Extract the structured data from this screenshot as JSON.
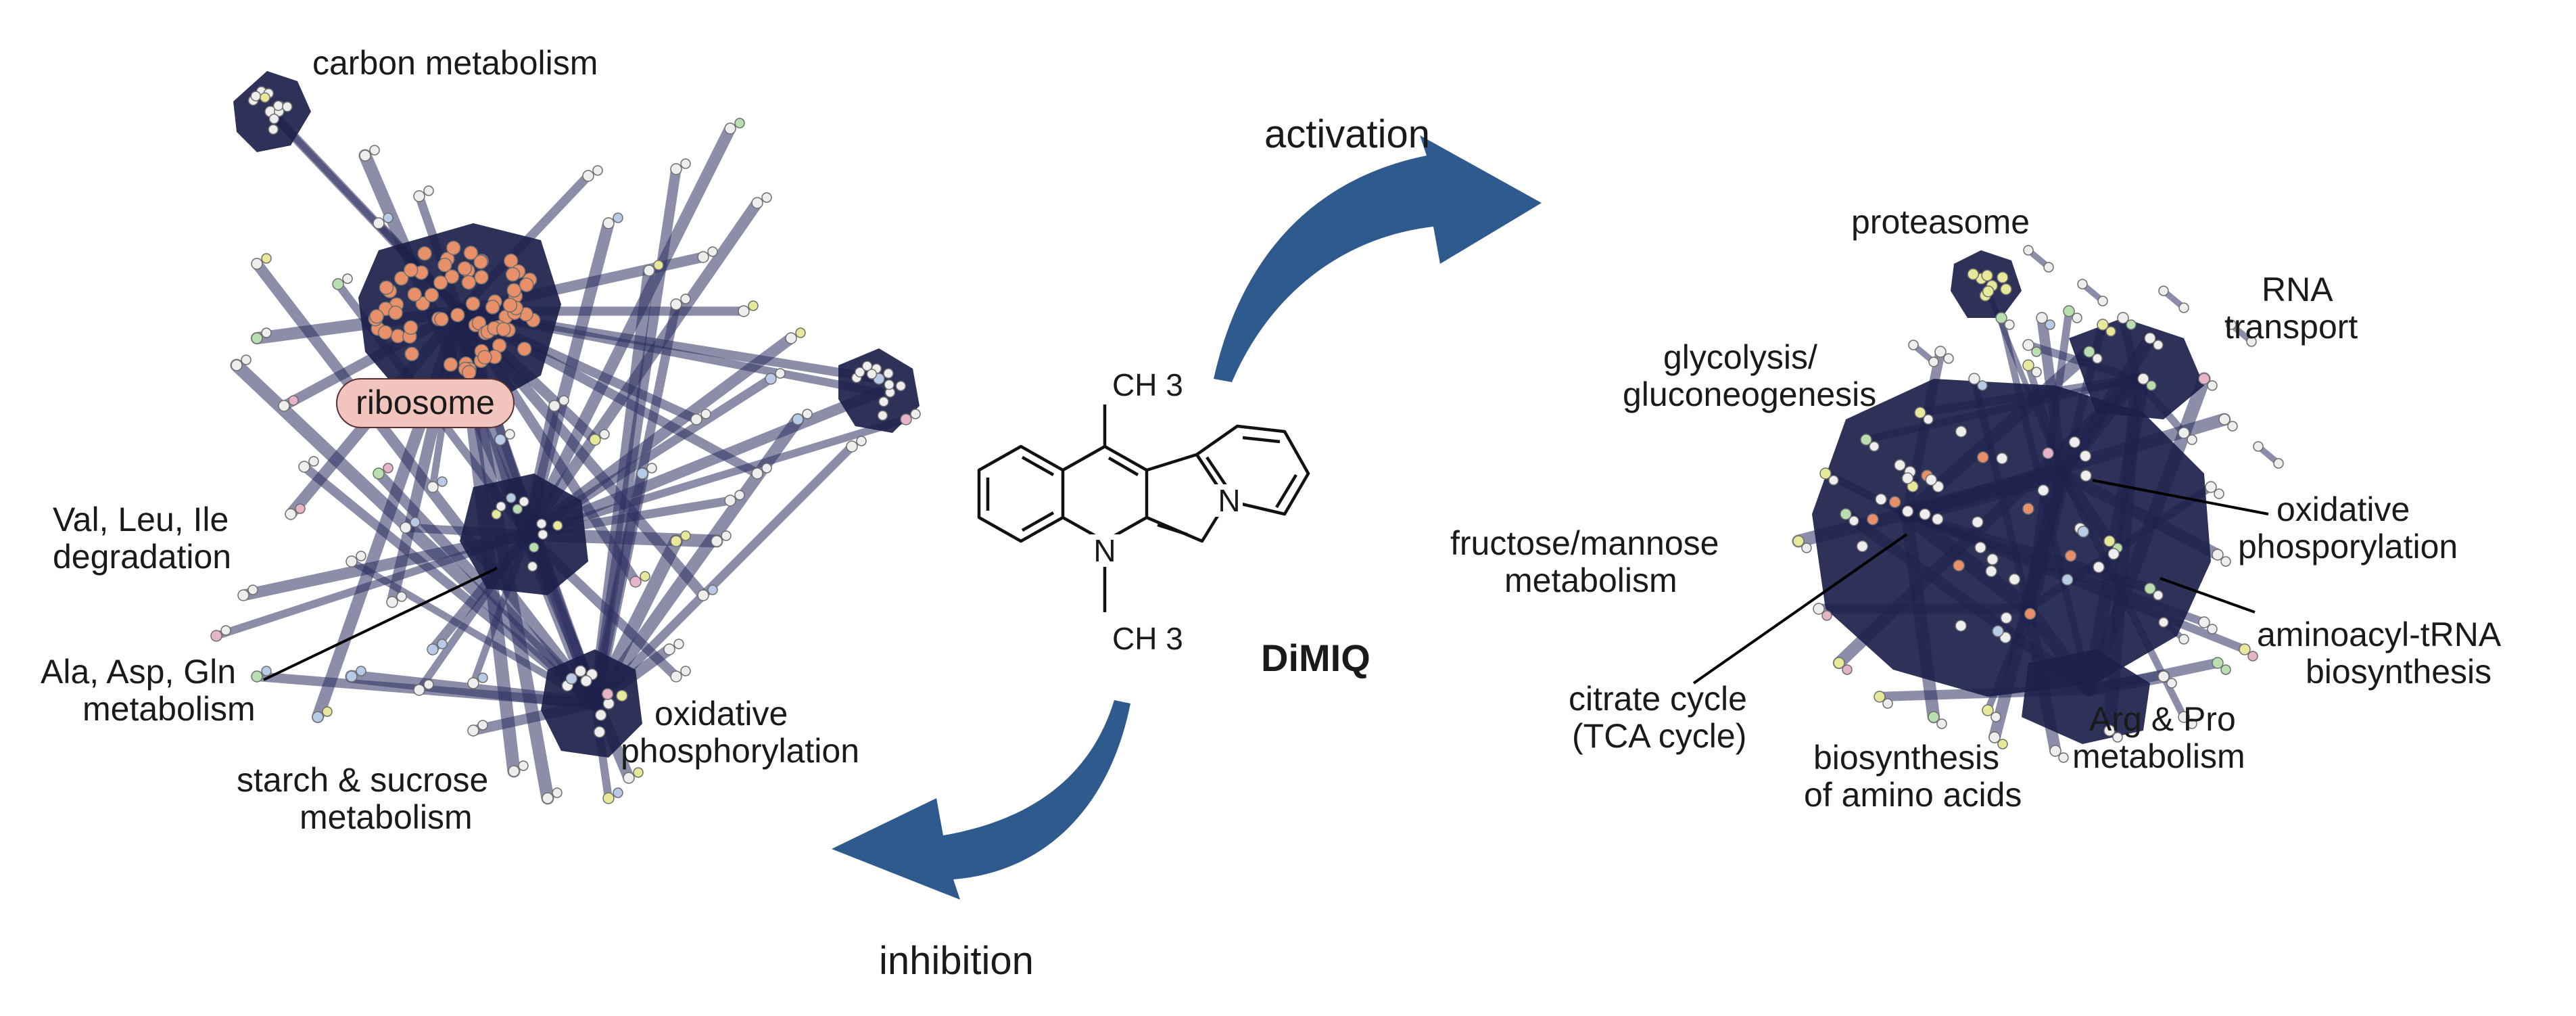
{
  "center": {
    "compound": "DiMIQ",
    "methyl_top": "CH 3",
    "methyl_bottom": "CH 3",
    "atom_N1": "N",
    "atom_N2": "N",
    "activation_label": "activation",
    "inhibition_label": "inhibition",
    "arrow_color": "#2f5a8e"
  },
  "left_network": {
    "labels": {
      "carbon": "carbon metabolism",
      "ribosome": "ribosome",
      "val_leu_ile_1": "Val, Leu, Ile",
      "val_leu_ile_2": "degradation",
      "ala_asp_gln_1": "Ala, Asp, Gln",
      "ala_asp_gln_2": "metabolism",
      "starch_1": "starch & sucrose",
      "starch_2": "metabolism",
      "oxphos_1": "oxidative",
      "oxphos_2": "phosphorylation"
    }
  },
  "right_network": {
    "labels": {
      "proteasome": "proteasome",
      "rna_1": "RNA",
      "rna_2": "transport",
      "glyco_1": "glycolysis/",
      "glyco_2": "gluconeogenesis",
      "oxphos_1": "oxidative",
      "oxphos_2": "phosporylation",
      "fructose_1": "fructose/mannose",
      "fructose_2": "metabolism",
      "aminoacyl_1": "aminoacyl-tRNA",
      "aminoacyl_2": "biosynthesis",
      "citrate_1": "citrate cycle",
      "citrate_2": "(TCA cycle)",
      "biosyn_1": "biosynthesis",
      "biosyn_2": "of amino acids",
      "argpro_1": "Arg & Pro",
      "argpro_2": "metabolism"
    }
  },
  "colors": {
    "network_edge": "#2e3060",
    "network_hub": "#1c1f4a",
    "node_default": "#eeeeee",
    "node_ribosome": "#e8906a",
    "node_yellow": "#e8e89a",
    "node_green": "#b9dfb0",
    "node_pink": "#e7b3c8",
    "node_blue": "#b7cbe6",
    "ribosome_label_bg": "#f1c4bd"
  }
}
